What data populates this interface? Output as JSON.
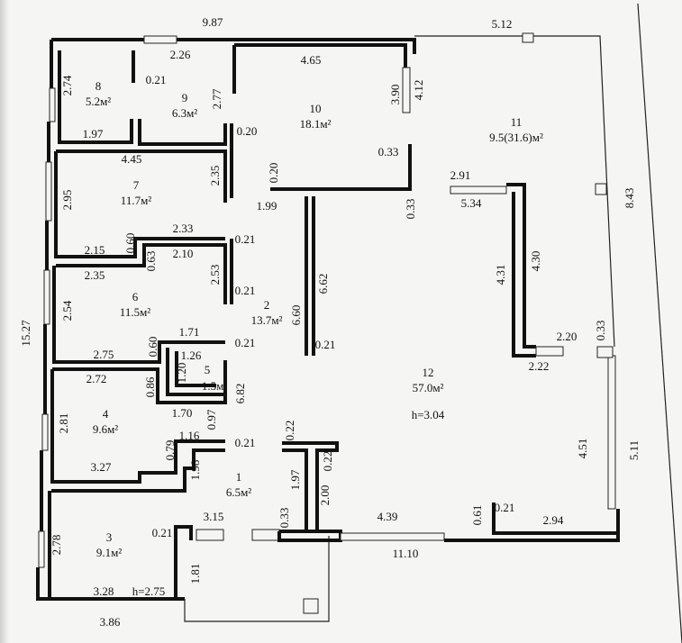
{
  "plan": {
    "rooms": [
      {
        "number": "8",
        "area": "5.2м²"
      },
      {
        "number": "9",
        "area": "6.3м²"
      },
      {
        "number": "10",
        "area": "18.1м²"
      },
      {
        "number": "7",
        "area": "11.7м²"
      },
      {
        "number": "2",
        "area": "13.7м²"
      },
      {
        "number": "6",
        "area": "11.5м²"
      },
      {
        "number": "5",
        "area": "1.5м²"
      },
      {
        "number": "4",
        "area": "9.6м²"
      },
      {
        "number": "1",
        "area": "6.5м²"
      },
      {
        "number": "3",
        "area": "9.1м²"
      },
      {
        "number": "11",
        "area": "9.5(31.6)м²"
      },
      {
        "number": "12",
        "area": "57.0м²"
      }
    ],
    "ceiling_heights": [
      "h=3.04",
      "h=2.75"
    ],
    "dimensions": [
      "9.87",
      "5.12",
      "2.26",
      "4.65",
      "0.21",
      "2.74",
      "2.77",
      "3.90",
      "4.12",
      "1.97",
      "0.20",
      "0.33",
      "4.45",
      "2.35",
      "0.20",
      "2.91",
      "8.43",
      "2.95",
      "1.99",
      "0.33",
      "5.34",
      "2.33",
      "0.21",
      "0.60",
      "2.15",
      "0.63",
      "2.10",
      "4.31",
      "4.30",
      "2.35",
      "6.62",
      "2.53",
      "0.21",
      "2.54",
      "6.60",
      "1.71",
      "0.21",
      "0.21",
      "2.20",
      "0.33",
      "2.75",
      "0.60",
      "1.26",
      "2.22",
      "1.20",
      "0.86",
      "2.72",
      "6.82",
      "1.70",
      "2.81",
      "0.97",
      "1.16",
      "0.21",
      "0.22",
      "0.79",
      "4.51",
      "5.11",
      "3.27",
      "0.22",
      "1.98",
      "1.97",
      "2.00",
      "4.39",
      "0.61",
      "0.21",
      "2.94",
      "3.15",
      "0.33",
      "0.21",
      "11.10",
      "2.78",
      "1.81",
      "3.28",
      "3.86",
      "15.27"
    ]
  }
}
